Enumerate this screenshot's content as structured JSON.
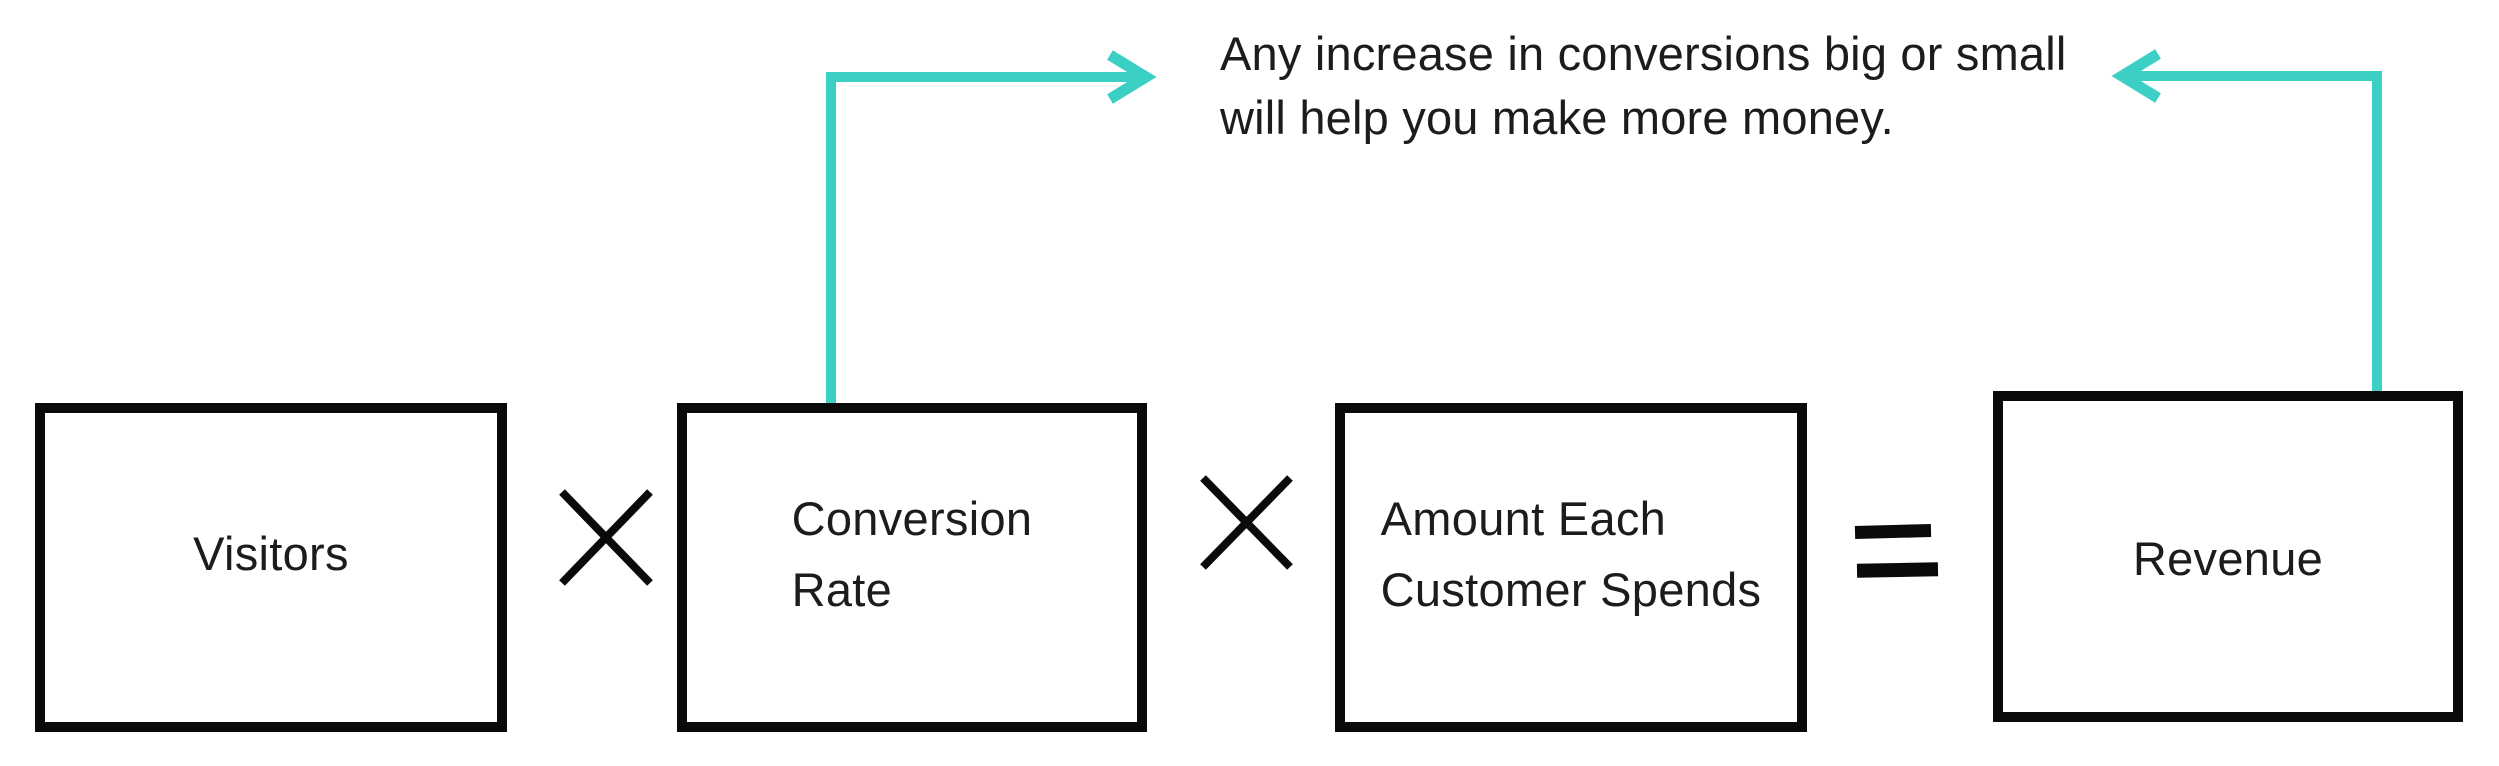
{
  "colors": {
    "accent": "#3ccfc4",
    "ink": "#0a0a0a",
    "text": "#1c1c1c",
    "background": "#ffffff"
  },
  "annotation": {
    "text": "Any increase in conversions big or small\nwill help you make more money."
  },
  "formula": {
    "boxes": [
      {
        "id": "visitors",
        "label": "Visitors"
      },
      {
        "id": "conversion-rate",
        "label": "Conversion\nRate"
      },
      {
        "id": "amount-spends",
        "label": "Amount Each\nCustomer Spends"
      },
      {
        "id": "revenue",
        "label": "Revenue"
      }
    ],
    "operators": [
      "×",
      "×",
      "="
    ],
    "reading": "Visitors × Conversion Rate × Amount Each Customer Spends = Revenue"
  }
}
